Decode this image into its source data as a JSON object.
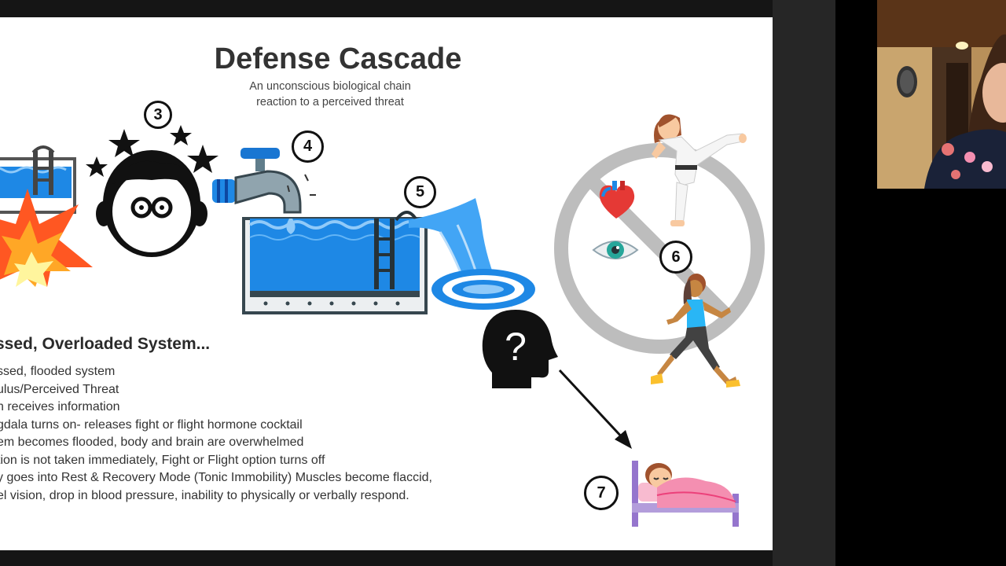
{
  "slide": {
    "title": "Defense Cascade",
    "subtitle_lines": [
      "An unconscious biological chain",
      "reaction to a perceived threat"
    ],
    "section_heading": "ssed, Overloaded System...",
    "list_items": [
      "ssed, flooded system",
      "ulus/Perceived Threat",
      "n receives information",
      "gdala turns on- releases fight or flight hormone cocktail",
      "em becomes flooded, body and brain are overwhelmed",
      "tion is not taken immediately, Fight or Flight option turns off",
      "y goes into Rest & Recovery Mode (Tonic Immobility) Muscles become flaccid,",
      "el vision, drop in blood pressure, inability to physically or verbally respond."
    ],
    "step_numbers": [
      "3",
      "4",
      "5",
      "6",
      "7"
    ],
    "question_mark": "?"
  },
  "colors": {
    "water_blue": "#2196f3",
    "explosion_orange": "#ff5722",
    "no_sign_gray": "#b0b0b0",
    "text_dark": "#333333"
  },
  "icons": [
    "swimming-pool-icon",
    "explosion-icon",
    "dizzy-face-icon",
    "water-faucet-icon",
    "overflowing-pool-icon",
    "waterfall-splash-icon",
    "no-sign-icon",
    "karate-kick-icon",
    "heart-icon",
    "eye-icon",
    "running-woman-icon",
    "head-question-icon",
    "arrow-icon",
    "sleeping-girl-bed-icon"
  ]
}
